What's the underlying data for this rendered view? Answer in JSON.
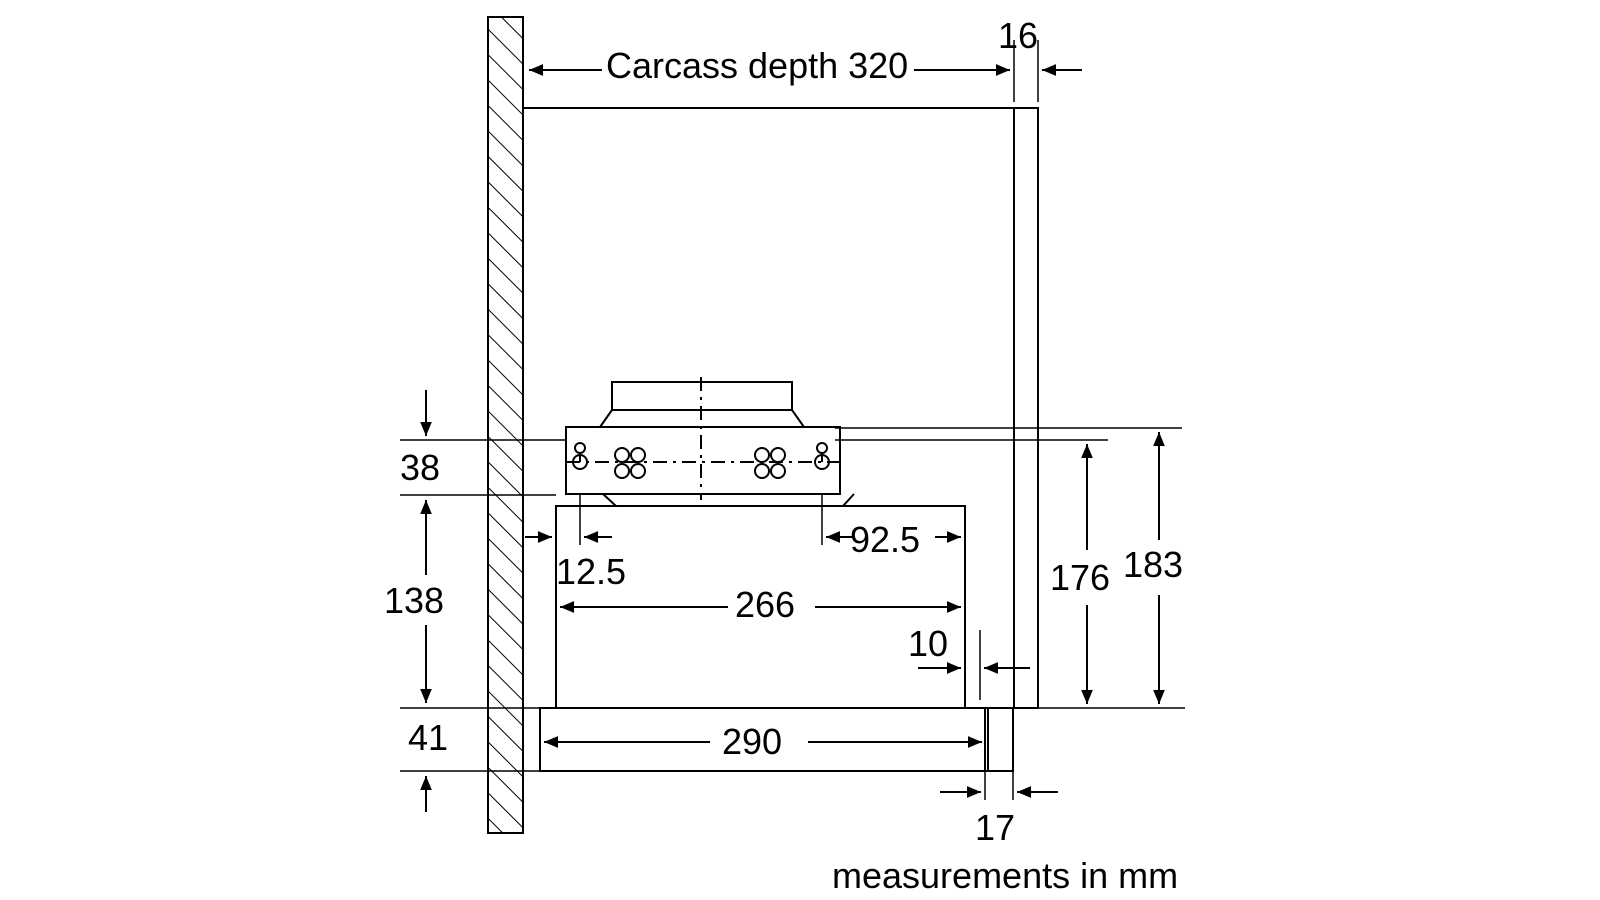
{
  "labels": {
    "carcass_depth": "Carcass depth 320",
    "d16": "16",
    "d38": "38",
    "d138": "138",
    "d41": "41",
    "d12_5": "12.5",
    "d92_5": "92.5",
    "d266": "266",
    "d10": "10",
    "d176": "176",
    "d183": "183",
    "d290": "290",
    "d17": "17",
    "units_note": "measurements in mm"
  },
  "colors": {
    "line": "#000000",
    "background": "#ffffff"
  }
}
